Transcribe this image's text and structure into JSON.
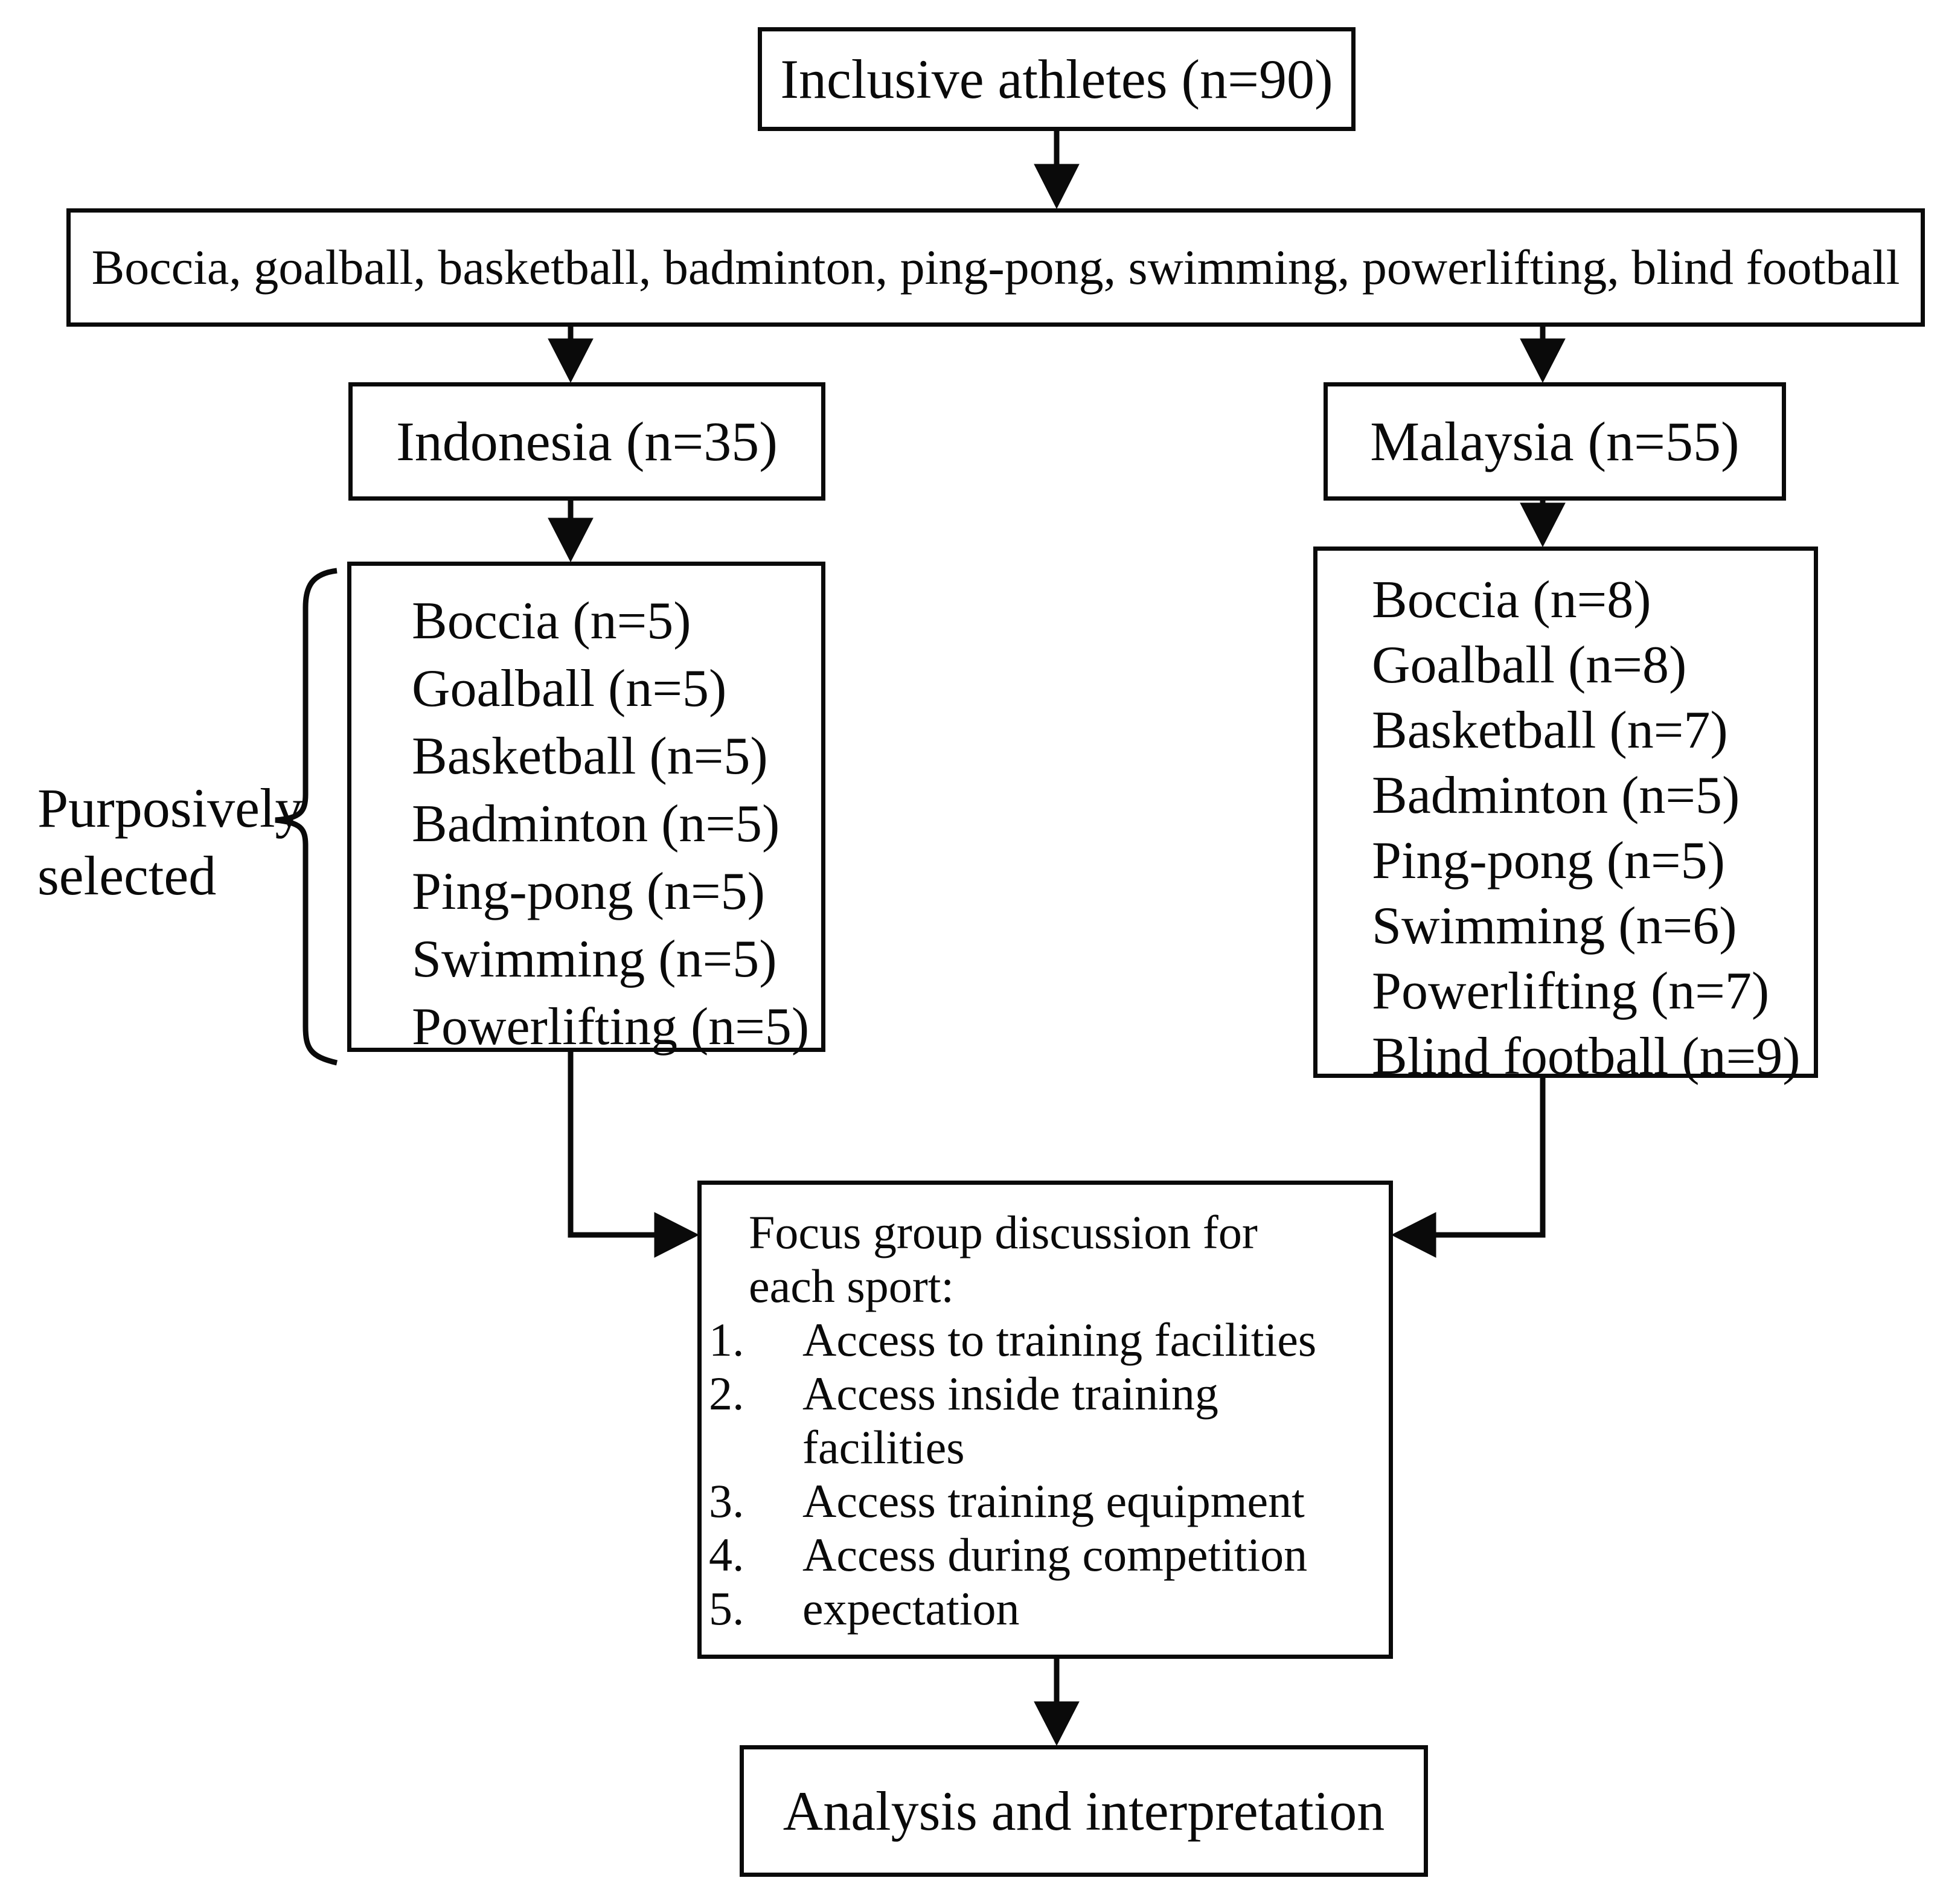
{
  "colors": {
    "ink": "#0a0a0a",
    "paper": "#ffffff"
  },
  "nodes": {
    "inclusive_athletes": "Inclusive athletes (n=90)",
    "sports_pool": "Boccia, goalball, basketball, badminton, ping-pong, swimming, powerlifting, blind football",
    "indonesia": "Indonesia (n=35)",
    "malaysia": "Malaysia (n=55)",
    "analysis": "Analysis and interpretation"
  },
  "side_label": {
    "text": "Purposively selected"
  },
  "indonesia_list": {
    "items": [
      "Boccia (n=5)",
      "Goalball (n=5)",
      "Basketball (n=5)",
      "Badminton (n=5)",
      "Ping-pong (n=5)",
      "Swimming (n=5)",
      "Powerlifting (n=5)"
    ]
  },
  "malaysia_list": {
    "items": [
      "Boccia (n=8)",
      "Goalball (n=8)",
      "Basketball (n=7)",
      "Badminton (n=5)",
      "Ping-pong (n=5)",
      "Swimming (n=6)",
      "Powerlifting (n=7)",
      "Blind football (n=9)"
    ]
  },
  "focus_group": {
    "heading": "Focus group discussion for each sport:",
    "items": [
      {
        "num": "1.",
        "text": "Access to training facilities"
      },
      {
        "num": "2.",
        "text": "Access inside training facilities"
      },
      {
        "num": "3.",
        "text": "Access training equipment"
      },
      {
        "num": "4.",
        "text": "Access during competition"
      },
      {
        "num": "5.",
        "text": "expectation"
      }
    ]
  }
}
